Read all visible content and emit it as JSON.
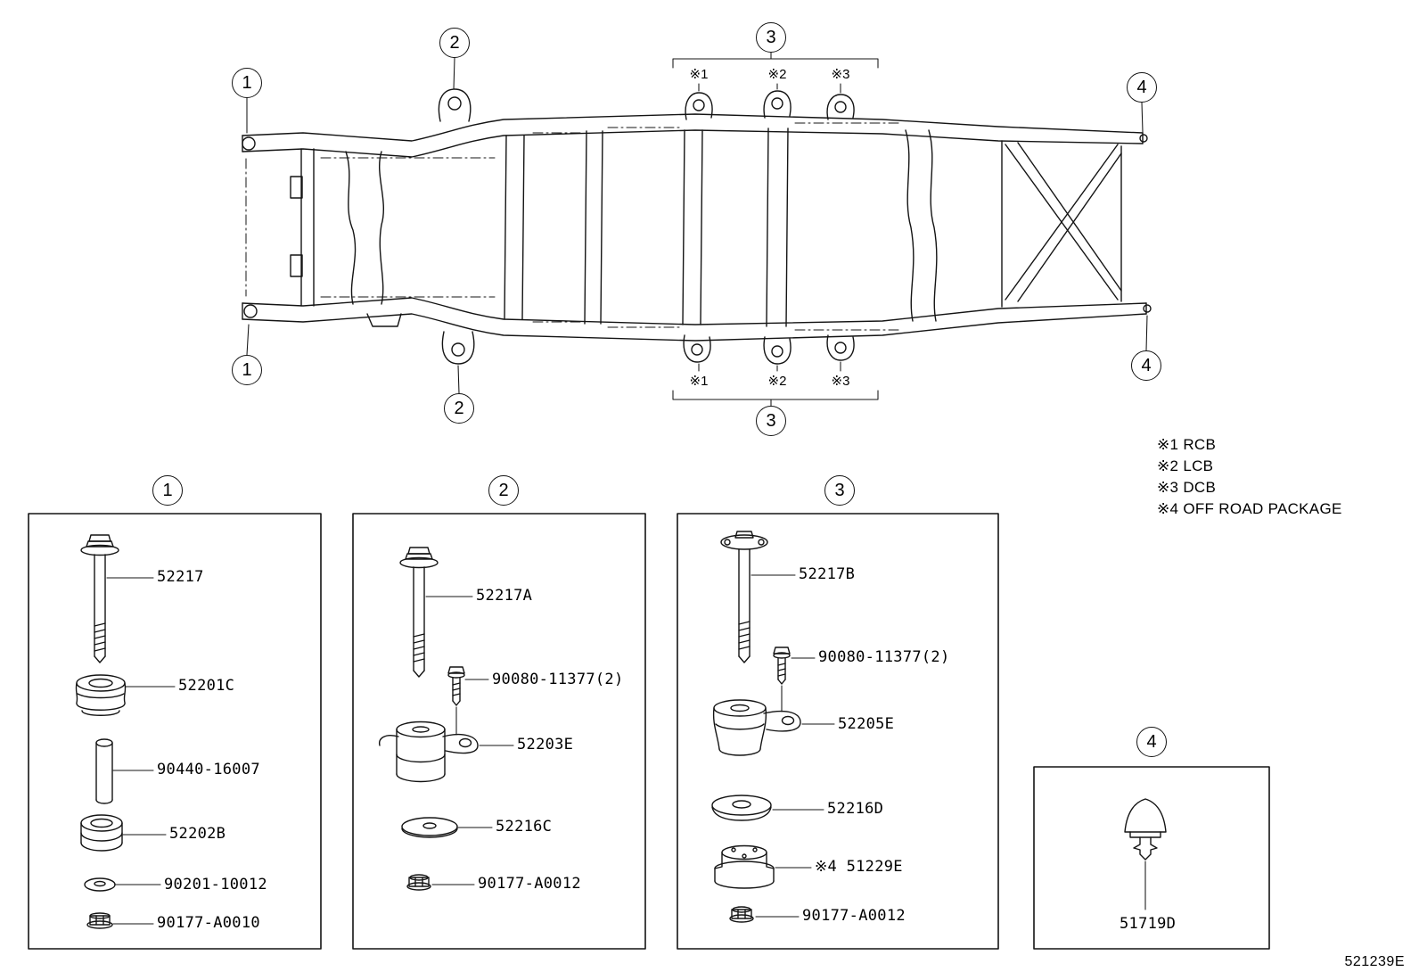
{
  "diagram_code": "521239E",
  "callouts": [
    "1",
    "2",
    "3",
    "4"
  ],
  "ref_marks": [
    "※1",
    "※2",
    "※3"
  ],
  "legend": [
    "※1 RCB",
    "※2 LCB",
    "※3 DCB",
    "※4 OFF ROAD PACKAGE"
  ],
  "boxes": [
    {
      "callout": "1",
      "parts": [
        {
          "label": "52217"
        },
        {
          "label": "52201C"
        },
        {
          "label": "90440-16007"
        },
        {
          "label": "52202B"
        },
        {
          "label": "90201-10012"
        },
        {
          "label": "90177-A0010"
        }
      ]
    },
    {
      "callout": "2",
      "parts": [
        {
          "label": "52217A"
        },
        {
          "label": "90080-11377(2)"
        },
        {
          "label": "52203E"
        },
        {
          "label": "52216C"
        },
        {
          "label": "90177-A0012"
        }
      ]
    },
    {
      "callout": "3",
      "parts": [
        {
          "label": "52217B"
        },
        {
          "label": "90080-11377(2)"
        },
        {
          "label": "52205E"
        },
        {
          "label": "52216D"
        },
        {
          "label": "※4 51229E"
        },
        {
          "label": "90177-A0012"
        }
      ]
    },
    {
      "callout": "4",
      "parts": [
        {
          "label": "51719D"
        }
      ]
    }
  ]
}
